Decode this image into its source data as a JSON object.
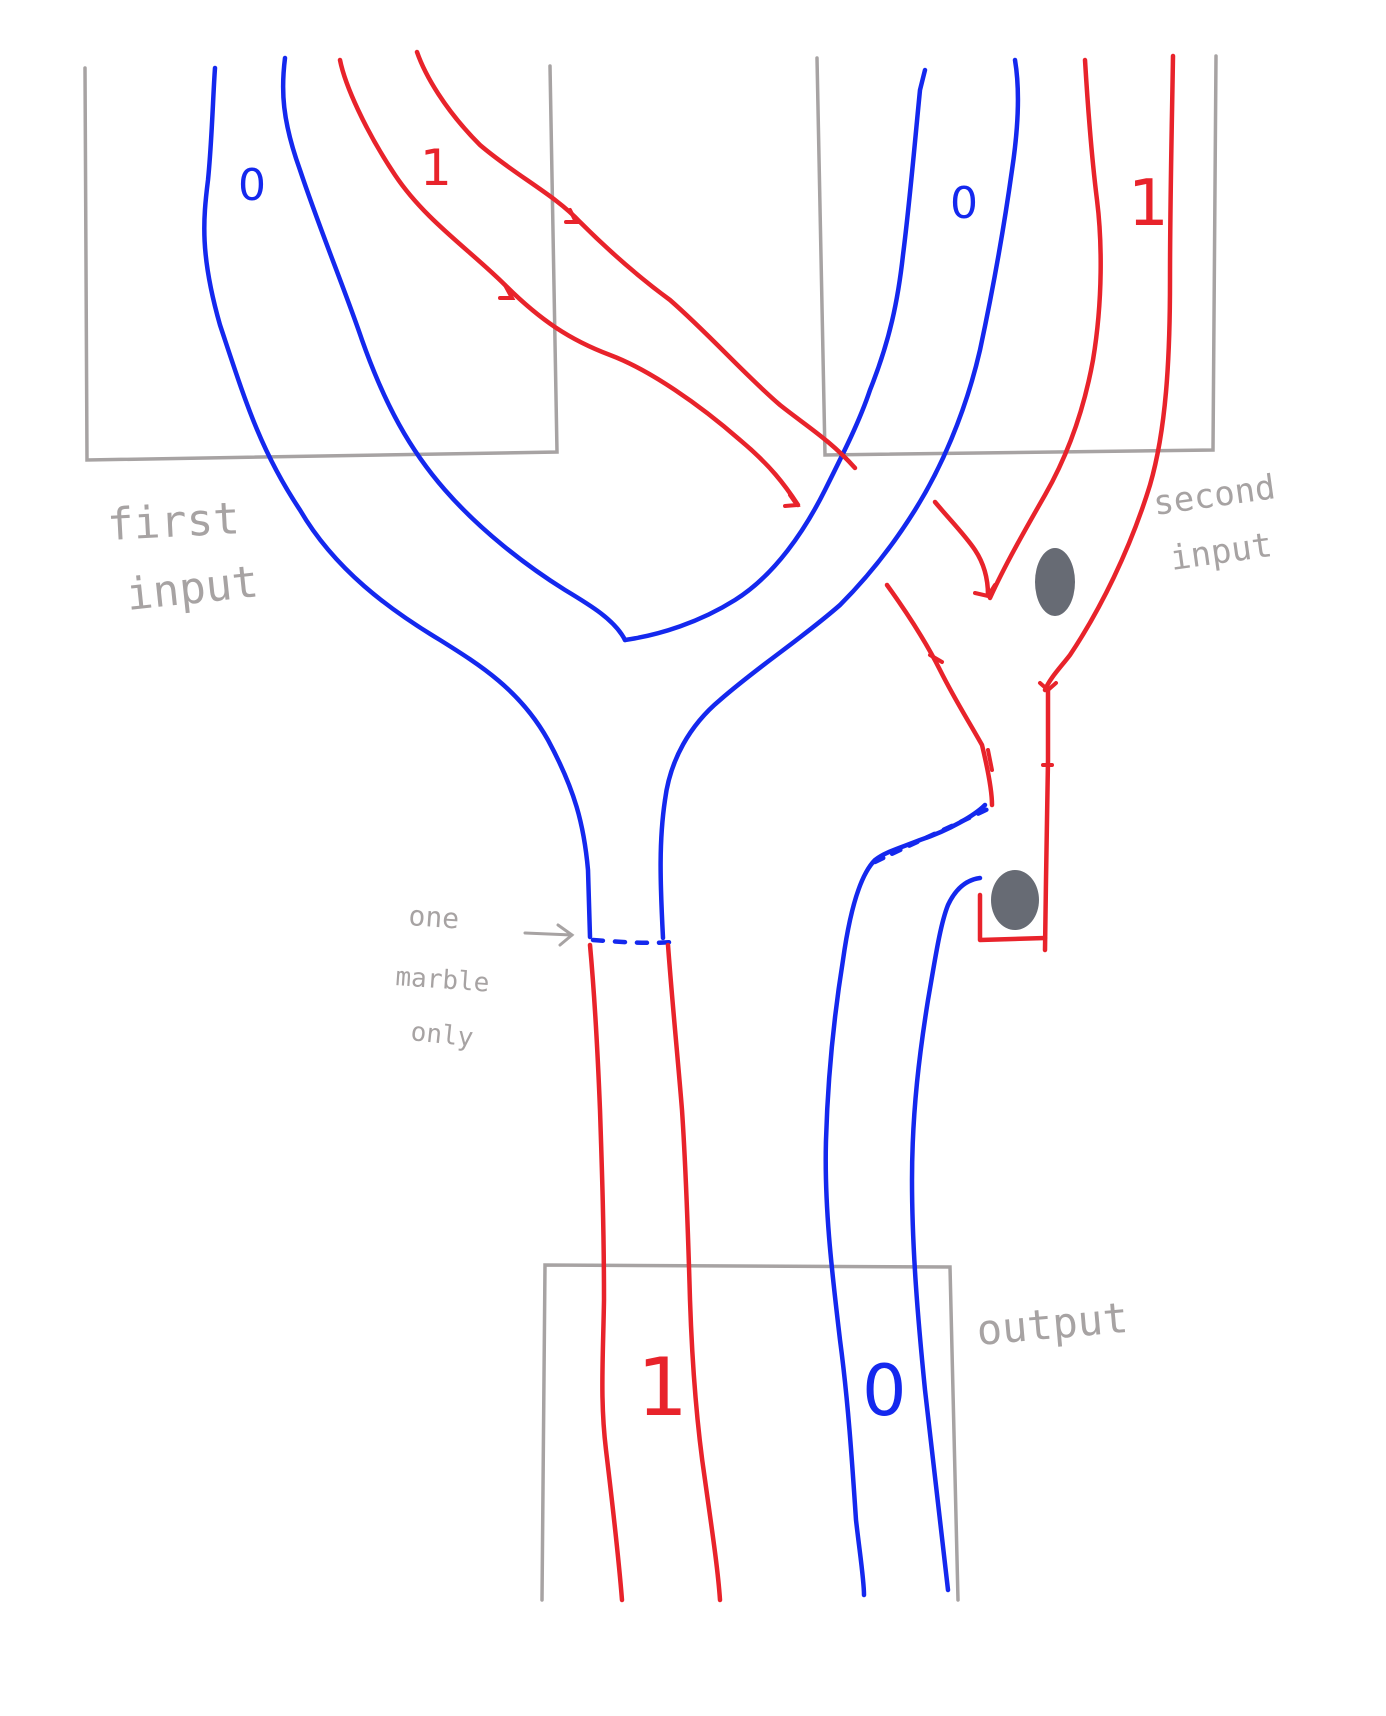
{
  "colors": {
    "zero_channel": "#1428ee",
    "one_channel": "#e8232b",
    "box": "#a7a3a3",
    "label": "#a7a3a3",
    "marble": "#676b74"
  },
  "labels": {
    "first_input": [
      "first",
      "input"
    ],
    "second_input": [
      "second",
      "input"
    ],
    "output": "output",
    "annotation": [
      "one",
      "marble",
      "only"
    ]
  },
  "digits": {
    "first_input_zero": "0",
    "first_input_one": "1",
    "second_input_zero": "0",
    "second_input_one": "1",
    "output_one": "1",
    "output_zero": "0"
  },
  "marbles": 2
}
